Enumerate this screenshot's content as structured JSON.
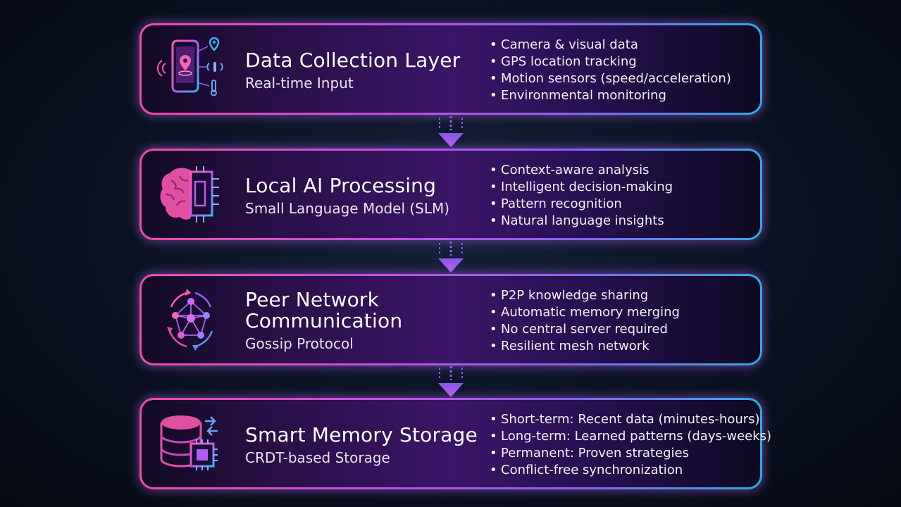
{
  "layers": [
    {
      "title": "Data Collection Layer",
      "subtitle": "Real-time Input",
      "icon": "smartphone-sensors-icon",
      "bullets": [
        "Camera & visual data",
        "GPS location tracking",
        "Motion sensors (speed/acceleration)",
        "Environmental monitoring"
      ]
    },
    {
      "title": "Local AI Processing",
      "subtitle": "Small Language Model (SLM)",
      "icon": "brain-chip-icon",
      "bullets": [
        "Context-aware analysis",
        "Intelligent decision-making",
        "Pattern recognition",
        "Natural language insights"
      ]
    },
    {
      "title_line1": "Peer Network",
      "title_line2": "Communication",
      "subtitle": "Gossip Protocol",
      "icon": "mesh-network-icon",
      "bullets": [
        "P2P knowledge sharing",
        "Automatic memory merging",
        "No central server required",
        "Resilient mesh network"
      ]
    },
    {
      "title": "Smart Memory Storage",
      "subtitle": "CRDT-based Storage",
      "icon": "database-chip-icon",
      "bullets": [
        "Short-term: Recent data (minutes-hours)",
        "Long-term: Learned patterns (days-weeks)",
        "Permanent: Proven strategies",
        "Conflict-free synchronization"
      ]
    }
  ],
  "colors": {
    "border_pink": "#f04aa6",
    "border_purple": "#8a63f0",
    "border_blue": "#32a8e6",
    "arrow": "#a35cf0",
    "background": "#0c1426"
  }
}
